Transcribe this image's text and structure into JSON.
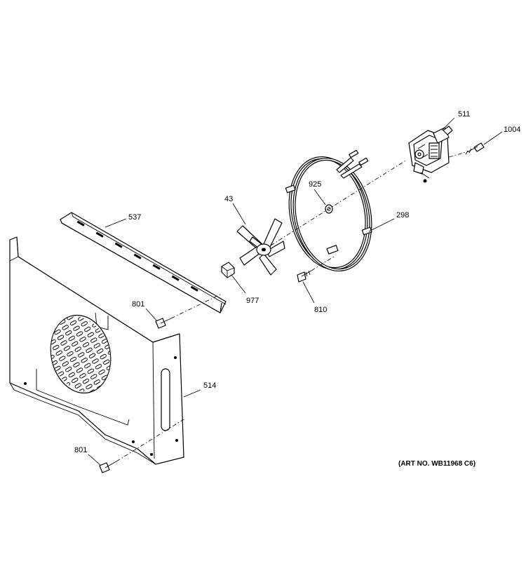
{
  "diagram": {
    "art_number": "(ART NO. WB11968 C6)",
    "callouts": {
      "c511": "511",
      "c1004": "1004",
      "c43": "43",
      "c925": "925",
      "c298": "298",
      "c537": "537",
      "c977": "977",
      "c810": "810",
      "c801_top": "801",
      "c514": "514",
      "c801_bottom": "801"
    }
  }
}
